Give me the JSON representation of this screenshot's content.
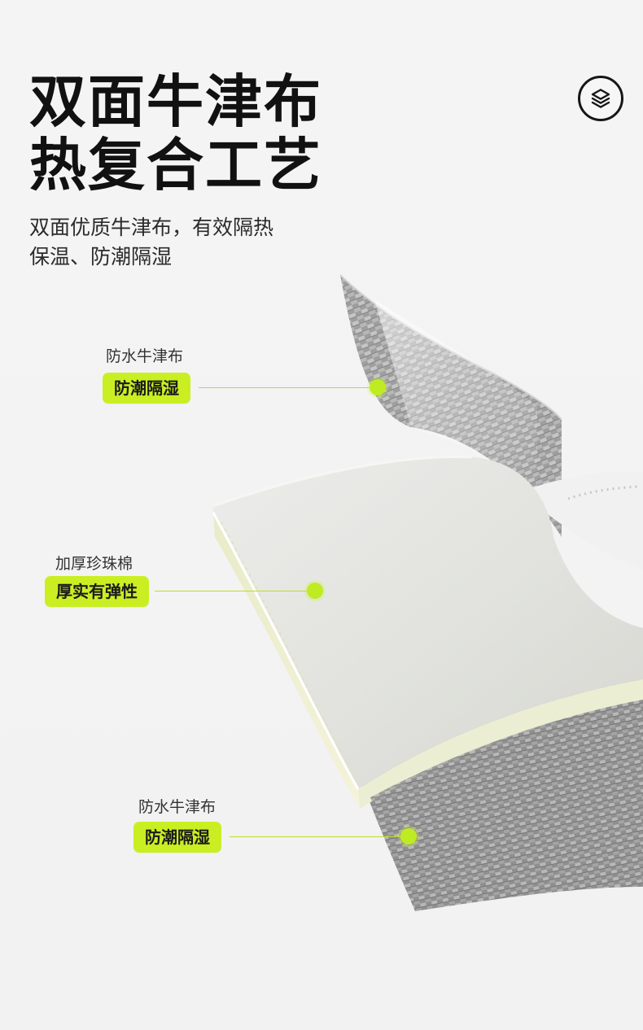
{
  "headline": {
    "line1": "双面牛津布",
    "line2": "热复合工艺"
  },
  "subtitle": {
    "line1": "双面优质牛津布，有效隔热",
    "line2": "保温、防潮隔湿"
  },
  "icons": {
    "layers": "layers-icon"
  },
  "callouts": [
    {
      "label": "防水牛津布",
      "tag": "防潮隔湿"
    },
    {
      "label": "加厚珍珠棉",
      "tag": "厚实有弹性"
    },
    {
      "label": "防水牛津布",
      "tag": "防潮隔湿"
    }
  ],
  "colors": {
    "accent": "#c9ef23",
    "text": "#111111",
    "background": "#f3f3f3"
  }
}
